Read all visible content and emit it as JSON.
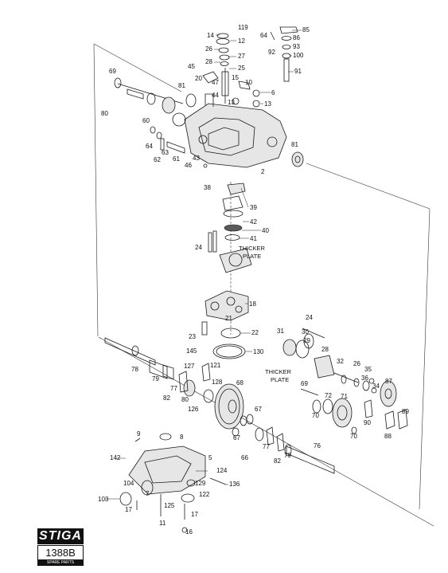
{
  "diagram": {
    "notes": [
      "THICKER",
      "PLATE"
    ],
    "part_numbers": {
      "p119": "119",
      "p14": "14",
      "p12": "12",
      "p26a": "26",
      "p27": "27",
      "p28": "28",
      "p25": "25",
      "p45": "45",
      "p20": "20",
      "p47": "47",
      "p15": "15",
      "p10": "10",
      "p6": "6",
      "p44": "44",
      "p13a": "13",
      "p13b": "13",
      "p64a": "64",
      "p85": "85",
      "p86": "86",
      "p93": "93",
      "p92": "92",
      "p100": "100",
      "p91": "91",
      "p69": "69",
      "p81a": "81",
      "p80": "80",
      "p60": "60",
      "p64b": "64",
      "p63": "63",
      "p62": "62",
      "p61": "61",
      "p43": "43",
      "p46": "46",
      "p2": "2",
      "p81b": "81",
      "p38": "38",
      "p39": "39",
      "p42": "42",
      "p40": "40",
      "p41": "41",
      "p24a": "24",
      "p18": "18",
      "p21": "21",
      "p23": "23",
      "p22": "22",
      "p145": "145",
      "p130": "130",
      "p78": "78",
      "p121": "121",
      "p127": "127",
      "p77a": "77",
      "p79a": "79",
      "p82a": "82",
      "p80b": "80",
      "p128": "128",
      "p126": "126",
      "p24b": "24",
      "p31": "31",
      "p30": "30",
      "p29": "29",
      "p28b": "28",
      "p32": "32",
      "p26b": "26",
      "p35": "35",
      "p36": "36",
      "p87": "87",
      "p34": "34",
      "p69b": "69",
      "p72": "72",
      "p71": "71",
      "p70a": "70",
      "p70b": "70",
      "p90": "90",
      "p88": "88",
      "p89": "89",
      "p68": "68",
      "p67": "67",
      "p66": "66",
      "p77b": "77",
      "p82b": "82",
      "p79b": "79",
      "p76": "76",
      "p9": "9",
      "p8": "8",
      "p142": "142",
      "p5": "5",
      "p124": "124",
      "p104": "104",
      "p129": "129",
      "p136": "136",
      "p122": "122",
      "p103": "103",
      "p7": "7",
      "p125": "125",
      "p17a": "17",
      "p17b": "17",
      "p11": "11",
      "p16": "16"
    }
  },
  "logo": {
    "brand": "STIGA",
    "code": "1388B",
    "subtitle": "SPARE PARTS"
  }
}
